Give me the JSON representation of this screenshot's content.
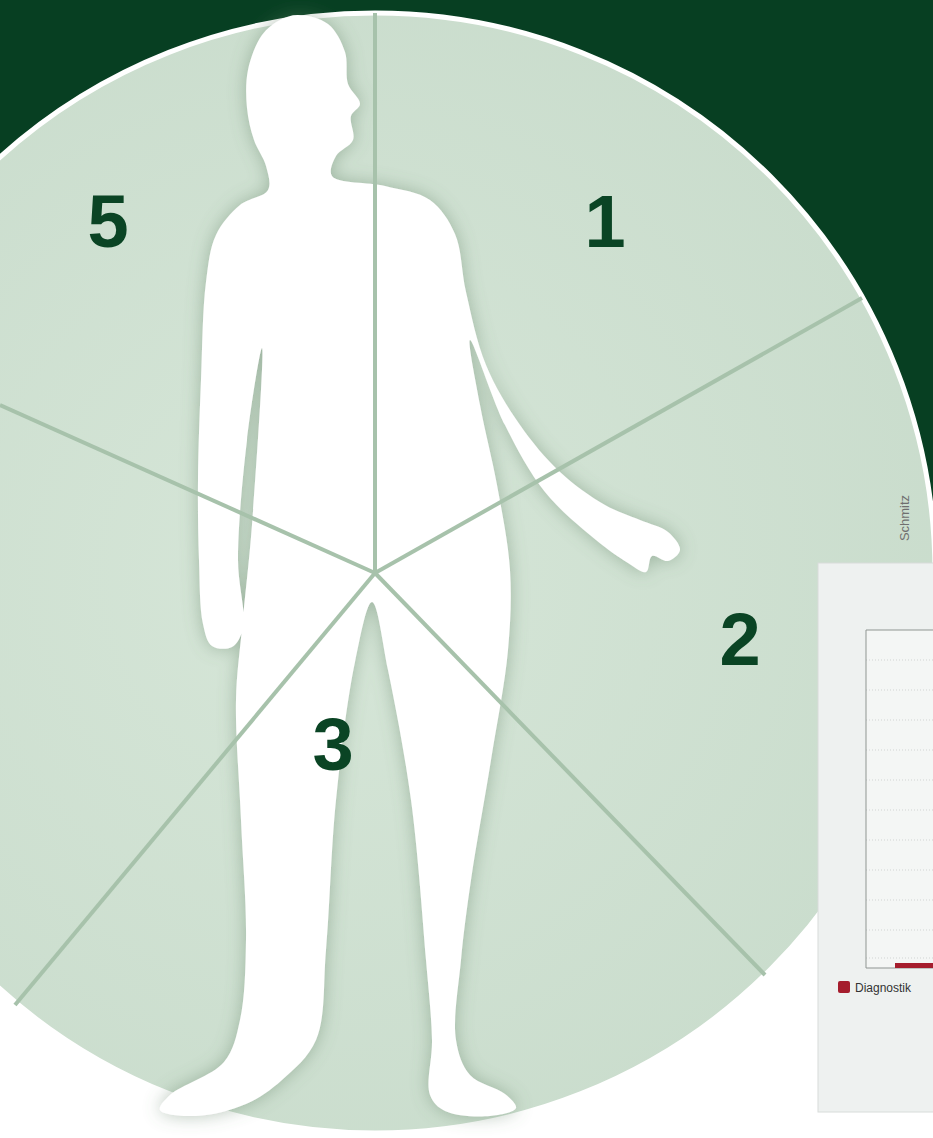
{
  "diagram": {
    "labels": [
      "5",
      "1",
      "2",
      "3",
      "Schmitz"
    ],
    "legend": [
      {
        "text": "Diagnostik",
        "color": "#a51d2d"
      }
    ]
  }
}
